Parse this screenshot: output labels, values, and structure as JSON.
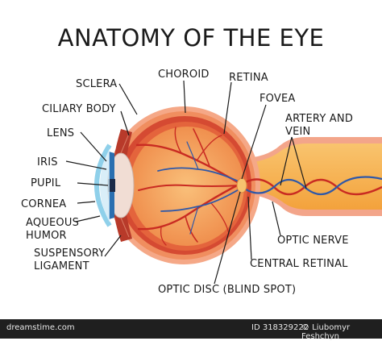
{
  "title": "ANATOMY OF THE EYE",
  "labels": {
    "sclera": "SCLERA",
    "ciliary_body": "CILIARY BODY",
    "lens": "LENS",
    "iris": "IRIS",
    "pupil": "PUPIL",
    "cornea": "CORNEA",
    "aqueous_1": "AQUEOUS",
    "aqueous_2": "HUMOR",
    "suspensory_1": "SUSPENSORY",
    "suspensory_2": "LIGAMENT",
    "choroid": "CHOROID",
    "retina": "RETINA",
    "fovea": "FOVEA",
    "artery_1": "ARTERY AND",
    "artery_2": "VEIN",
    "optic_nerve": "OPTIC NERVE",
    "central_retinal": "CENTRAL RETINAL",
    "optic_disc": "OPTIC DISC (BLIND SPOT)"
  },
  "footer": {
    "brand": "dreamstime.com",
    "id": "ID 318329222",
    "author": "© Liubomyr Feshchyn"
  },
  "colors": {
    "sclera": "#f39b6a",
    "choroid": "#d2452f",
    "vitreous": "#f7b56d",
    "nerve": "#f6a846",
    "artery": "#c92b22",
    "vein": "#2f58a8",
    "iris": "#2a6fb0",
    "cornea": "#8fd0ea"
  }
}
